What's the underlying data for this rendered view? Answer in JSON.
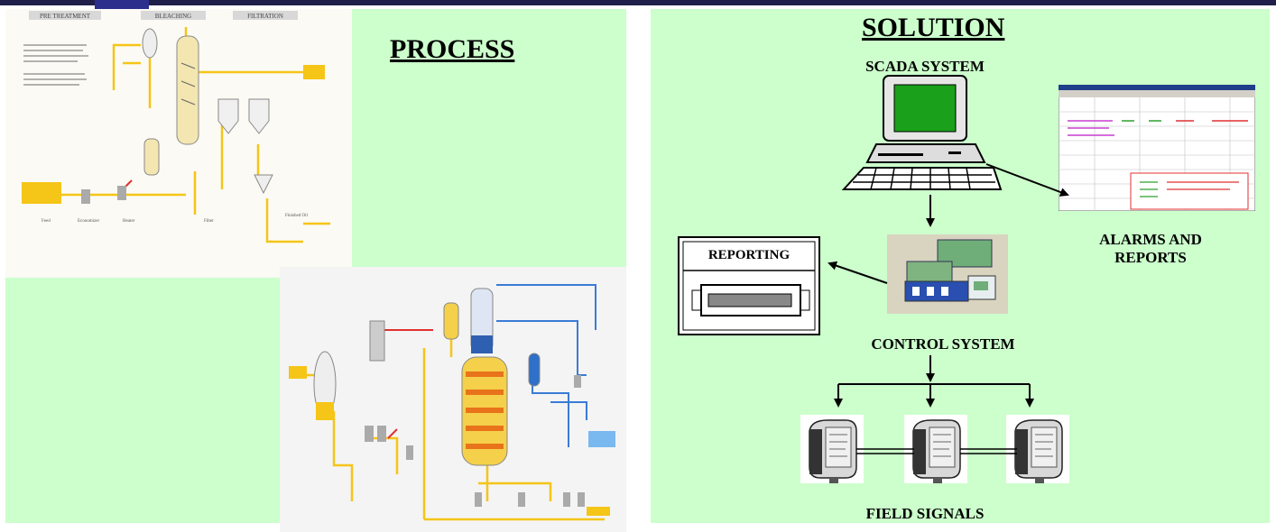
{
  "process": {
    "title": "PROCESS",
    "pretreatment_image": {
      "header_tabs": [
        "PRE TREATMENT",
        "BLEACHING",
        "FILTRATION"
      ]
    }
  },
  "solution": {
    "title": "SOLUTION",
    "scada_label": "SCADA SYSTEM",
    "alarms_label_line1": "ALARMS AND",
    "alarms_label_line2": "REPORTS",
    "reporting_label": "REPORTING",
    "control_label": "CONTROL SYSTEM",
    "field_label": "FIELD SIGNALS"
  },
  "colors": {
    "panel_bg": "#ccffcc",
    "pipe_yellow": "#f5c518",
    "pipe_blue": "#3a7bd5",
    "pipe_red": "#e03030",
    "monitor_screen": "#1aa01a"
  }
}
